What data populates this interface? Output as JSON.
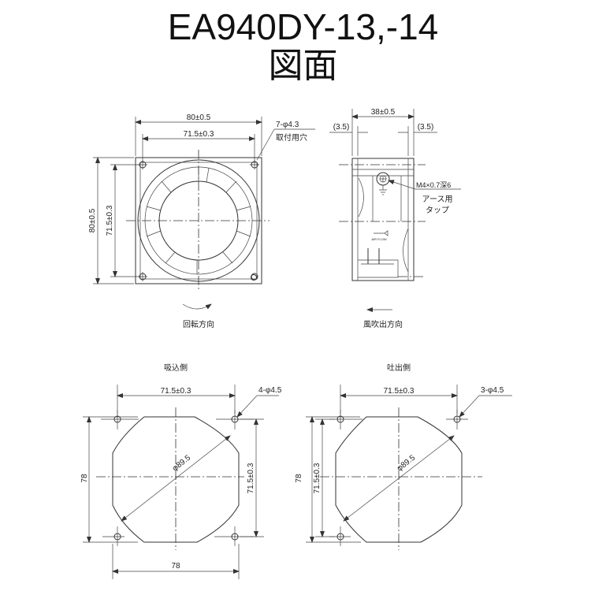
{
  "title": {
    "model": "EA940DY-13,-14",
    "subtitle": "図面"
  },
  "front_view": {
    "width_overall": "80±0.5",
    "width_holes": "71.5±0.3",
    "height_overall": "80±0.5",
    "height_holes": "71.5±0.3",
    "hole_callout": "7-φ4.3",
    "hole_note": "取付用穴",
    "caption": "回転方向"
  },
  "side_view": {
    "depth": "38±0.5",
    "flange_left": "(3.5)",
    "flange_right": "(3.5)",
    "tap_callout": "M4×0.7深6",
    "tap_note_1": "アース用",
    "tap_note_2": "タップ",
    "airflow_label": "AIR FLOW",
    "caption": "風吹出方向"
  },
  "intake_side": {
    "caption": "吸込側",
    "hole_pitch_h": "71.5±0.3",
    "hole_callout": "4-φ4.5",
    "height": "78",
    "hole_pitch_v": "71.5±0.3",
    "diameter": "φ89.5",
    "width": "78"
  },
  "exhaust_side": {
    "caption": "吐出側",
    "hole_pitch_h": "71.5±0.3",
    "hole_callout": "3-φ4.5",
    "height": "78",
    "hole_pitch_v": "71.5±0.3",
    "diameter": "φ89.5"
  }
}
